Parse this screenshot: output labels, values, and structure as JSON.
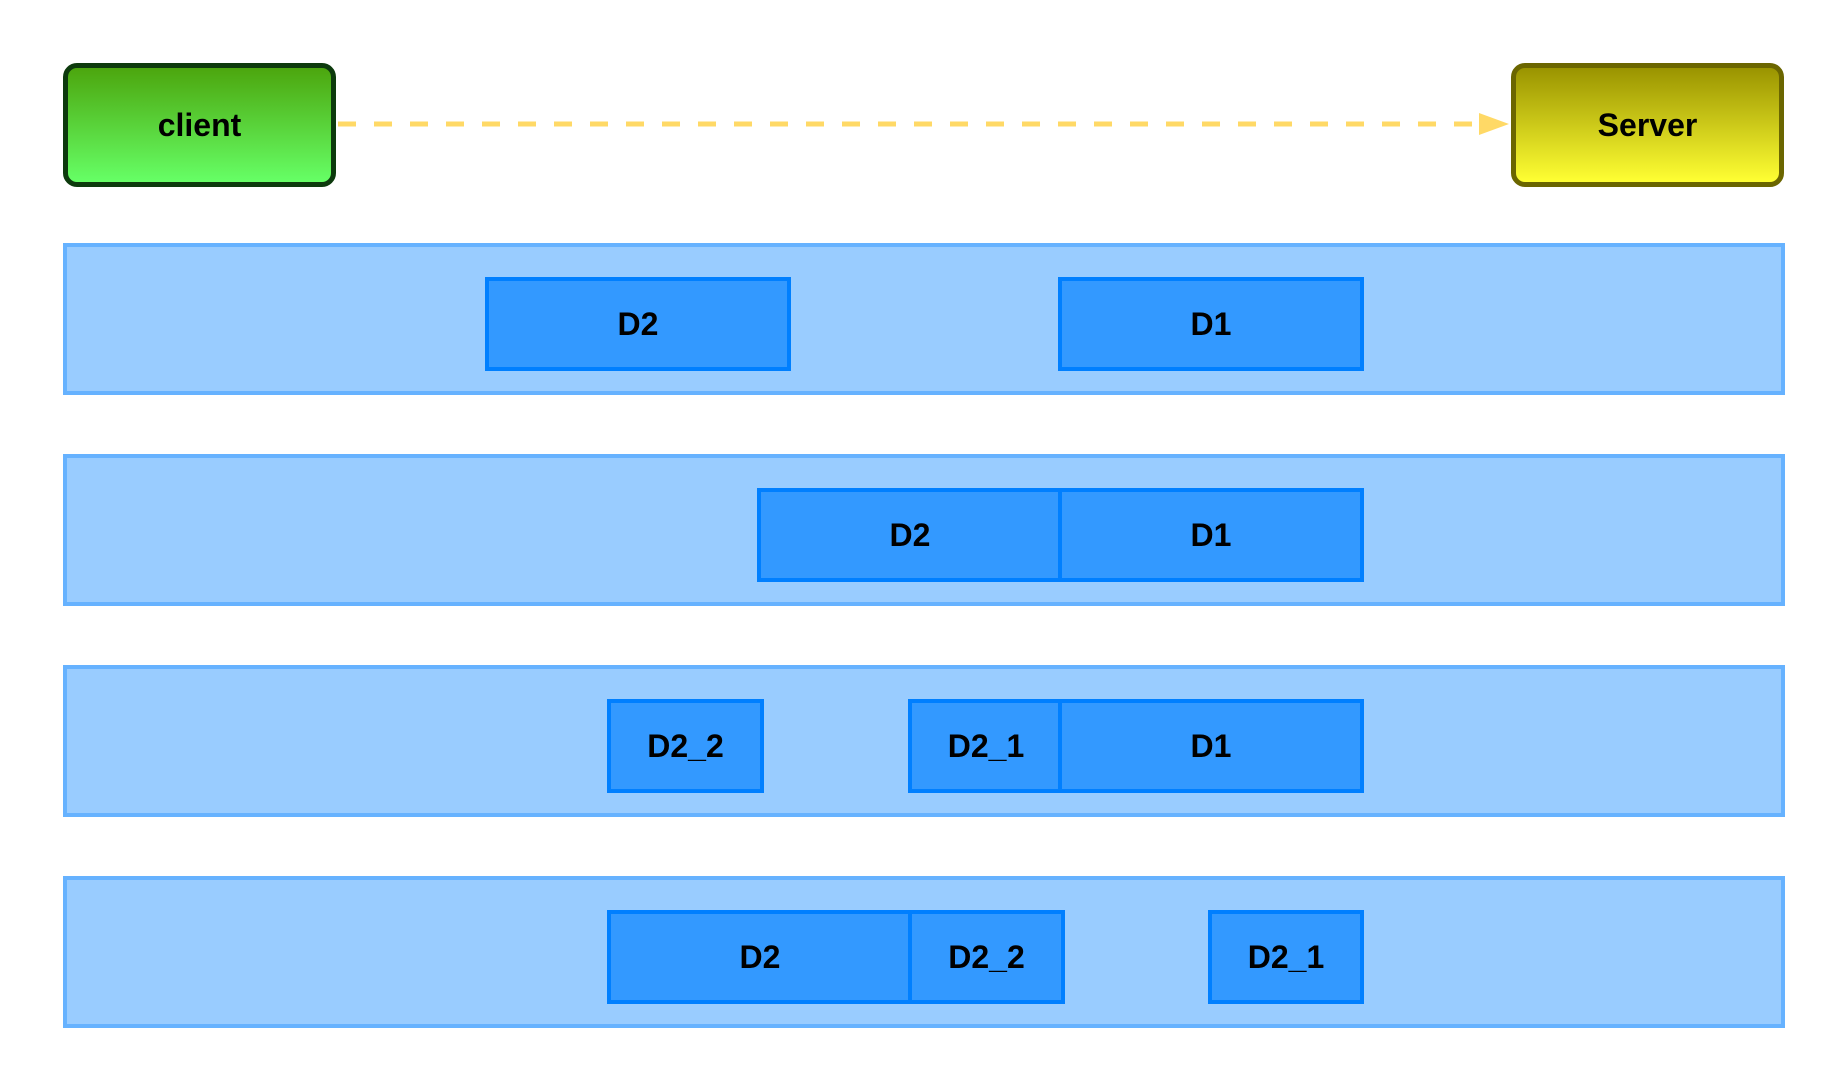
{
  "nodes": {
    "client": "client",
    "server": "Server"
  },
  "lanes": [
    {
      "packets": [
        "D2",
        "D1"
      ]
    },
    {
      "packets": [
        "D2",
        "D1"
      ]
    },
    {
      "packets": [
        "D2_2",
        "D2_1",
        "D1"
      ]
    },
    {
      "packets": [
        "D2",
        "D2_2",
        "D2_1"
      ]
    }
  ],
  "colors": {
    "client_border": "#0d3a0d",
    "server_border": "#6b6600",
    "arrow": "#ffd966",
    "lane_fill": "#99ccff",
    "lane_border": "#66b2ff",
    "packet_fill": "#3399ff",
    "packet_border": "#007fff"
  }
}
